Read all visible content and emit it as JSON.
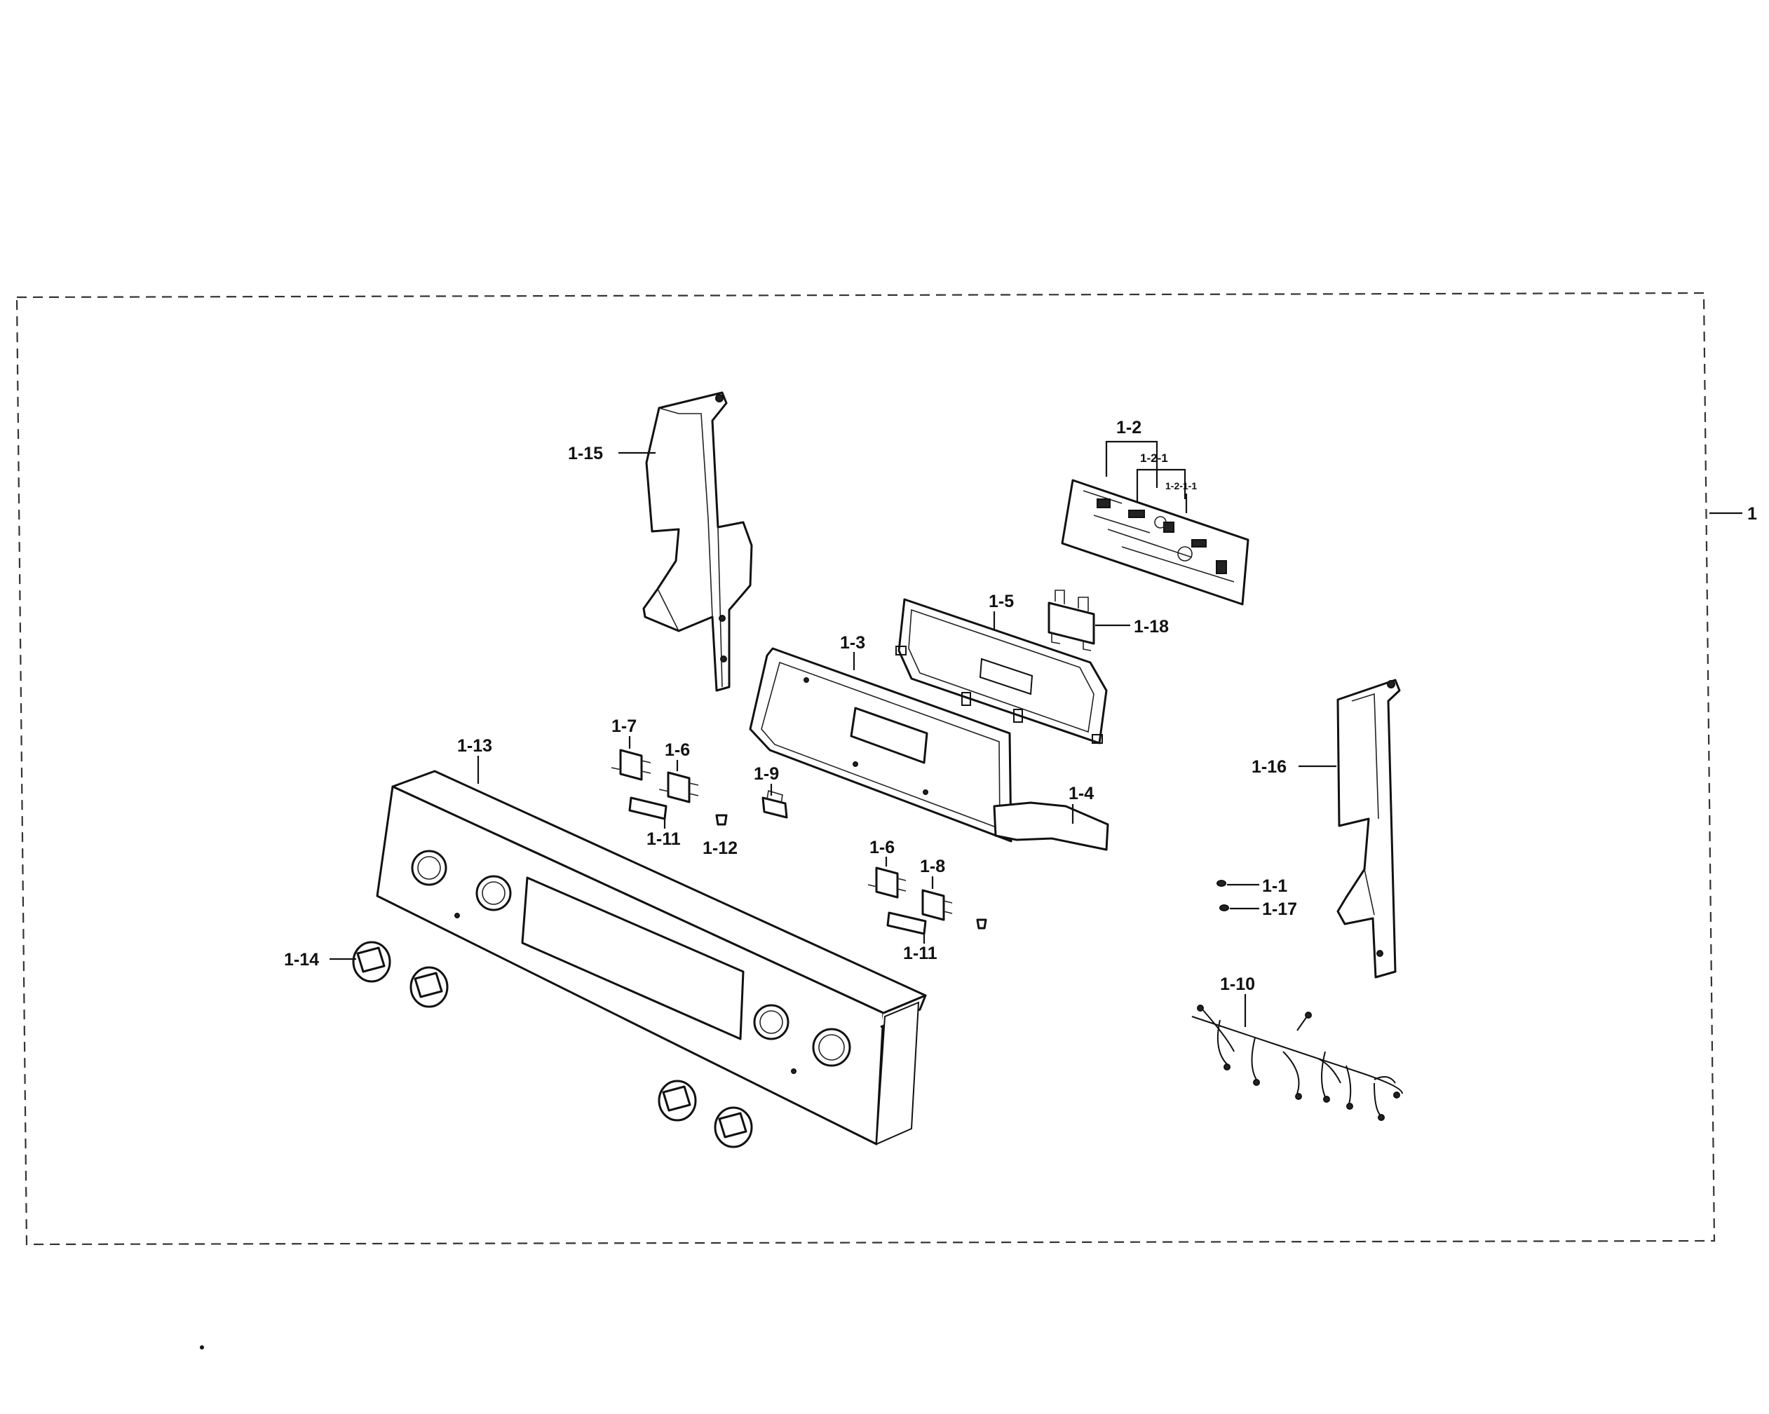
{
  "assembly_callout": "1",
  "callouts": {
    "c1_1": "1-1",
    "c1_2": "1-2",
    "c1_2_1": "1-2-1",
    "c1_2_1_1": "1-2-1-1",
    "c1_3": "1-3",
    "c1_4": "1-4",
    "c1_5": "1-5",
    "c1_6a": "1-6",
    "c1_6b": "1-6",
    "c1_7": "1-7",
    "c1_8": "1-8",
    "c1_9": "1-9",
    "c1_10": "1-10",
    "c1_11a": "1-11",
    "c1_11b": "1-11",
    "c1_12": "1-12",
    "c1_13": "1-13",
    "c1_14": "1-14",
    "c1_15": "1-15",
    "c1_16": "1-16",
    "c1_17": "1-17",
    "c1_18": "1-18"
  }
}
